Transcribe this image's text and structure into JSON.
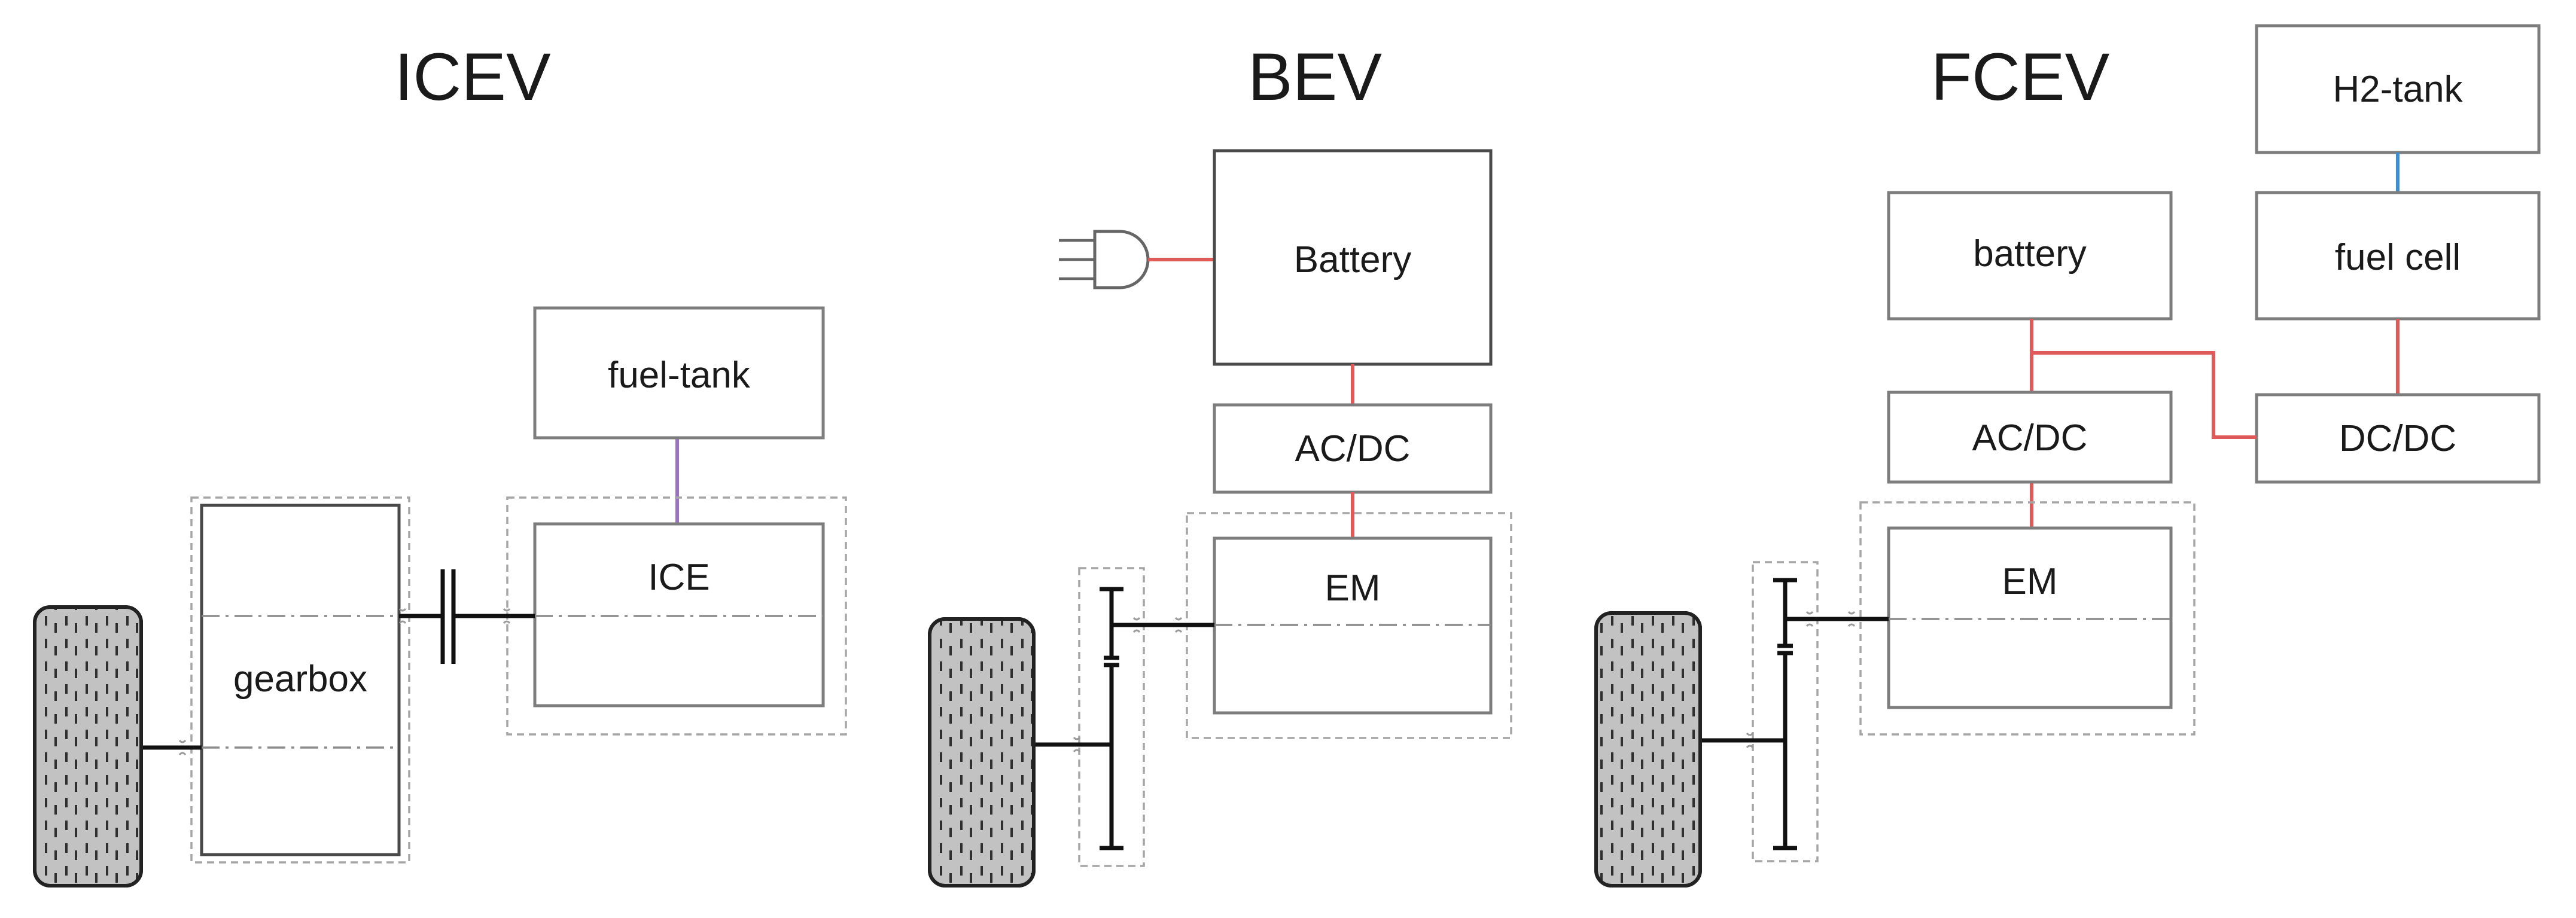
{
  "diagram": {
    "panels": [
      {
        "id": "icev",
        "title": "ICEV",
        "components": {
          "tank": "fuel-tank",
          "engine": "ICE",
          "gearbox": "gearbox"
        },
        "colors": {
          "fuel_line": "#9b72c4"
        }
      },
      {
        "id": "bev",
        "title": "BEV",
        "components": {
          "storage": "Battery",
          "converter": "AC/DC",
          "motor": "EM"
        },
        "colors": {
          "electric_line": "#e05a5a"
        }
      },
      {
        "id": "fcev",
        "title": "FCEV",
        "components": {
          "h2_tank": "H2-tank",
          "fuel_cell": "fuel cell",
          "storage": "battery",
          "converter": "AC/DC",
          "dcdc": "DC/DC",
          "motor": "EM"
        },
        "colors": {
          "electric_line": "#e05a5a",
          "hydrogen_line": "#3a8fd6"
        }
      }
    ],
    "icons": [
      "plug-icon",
      "wheel-icon",
      "clutch-icon",
      "gear-icon"
    ]
  }
}
